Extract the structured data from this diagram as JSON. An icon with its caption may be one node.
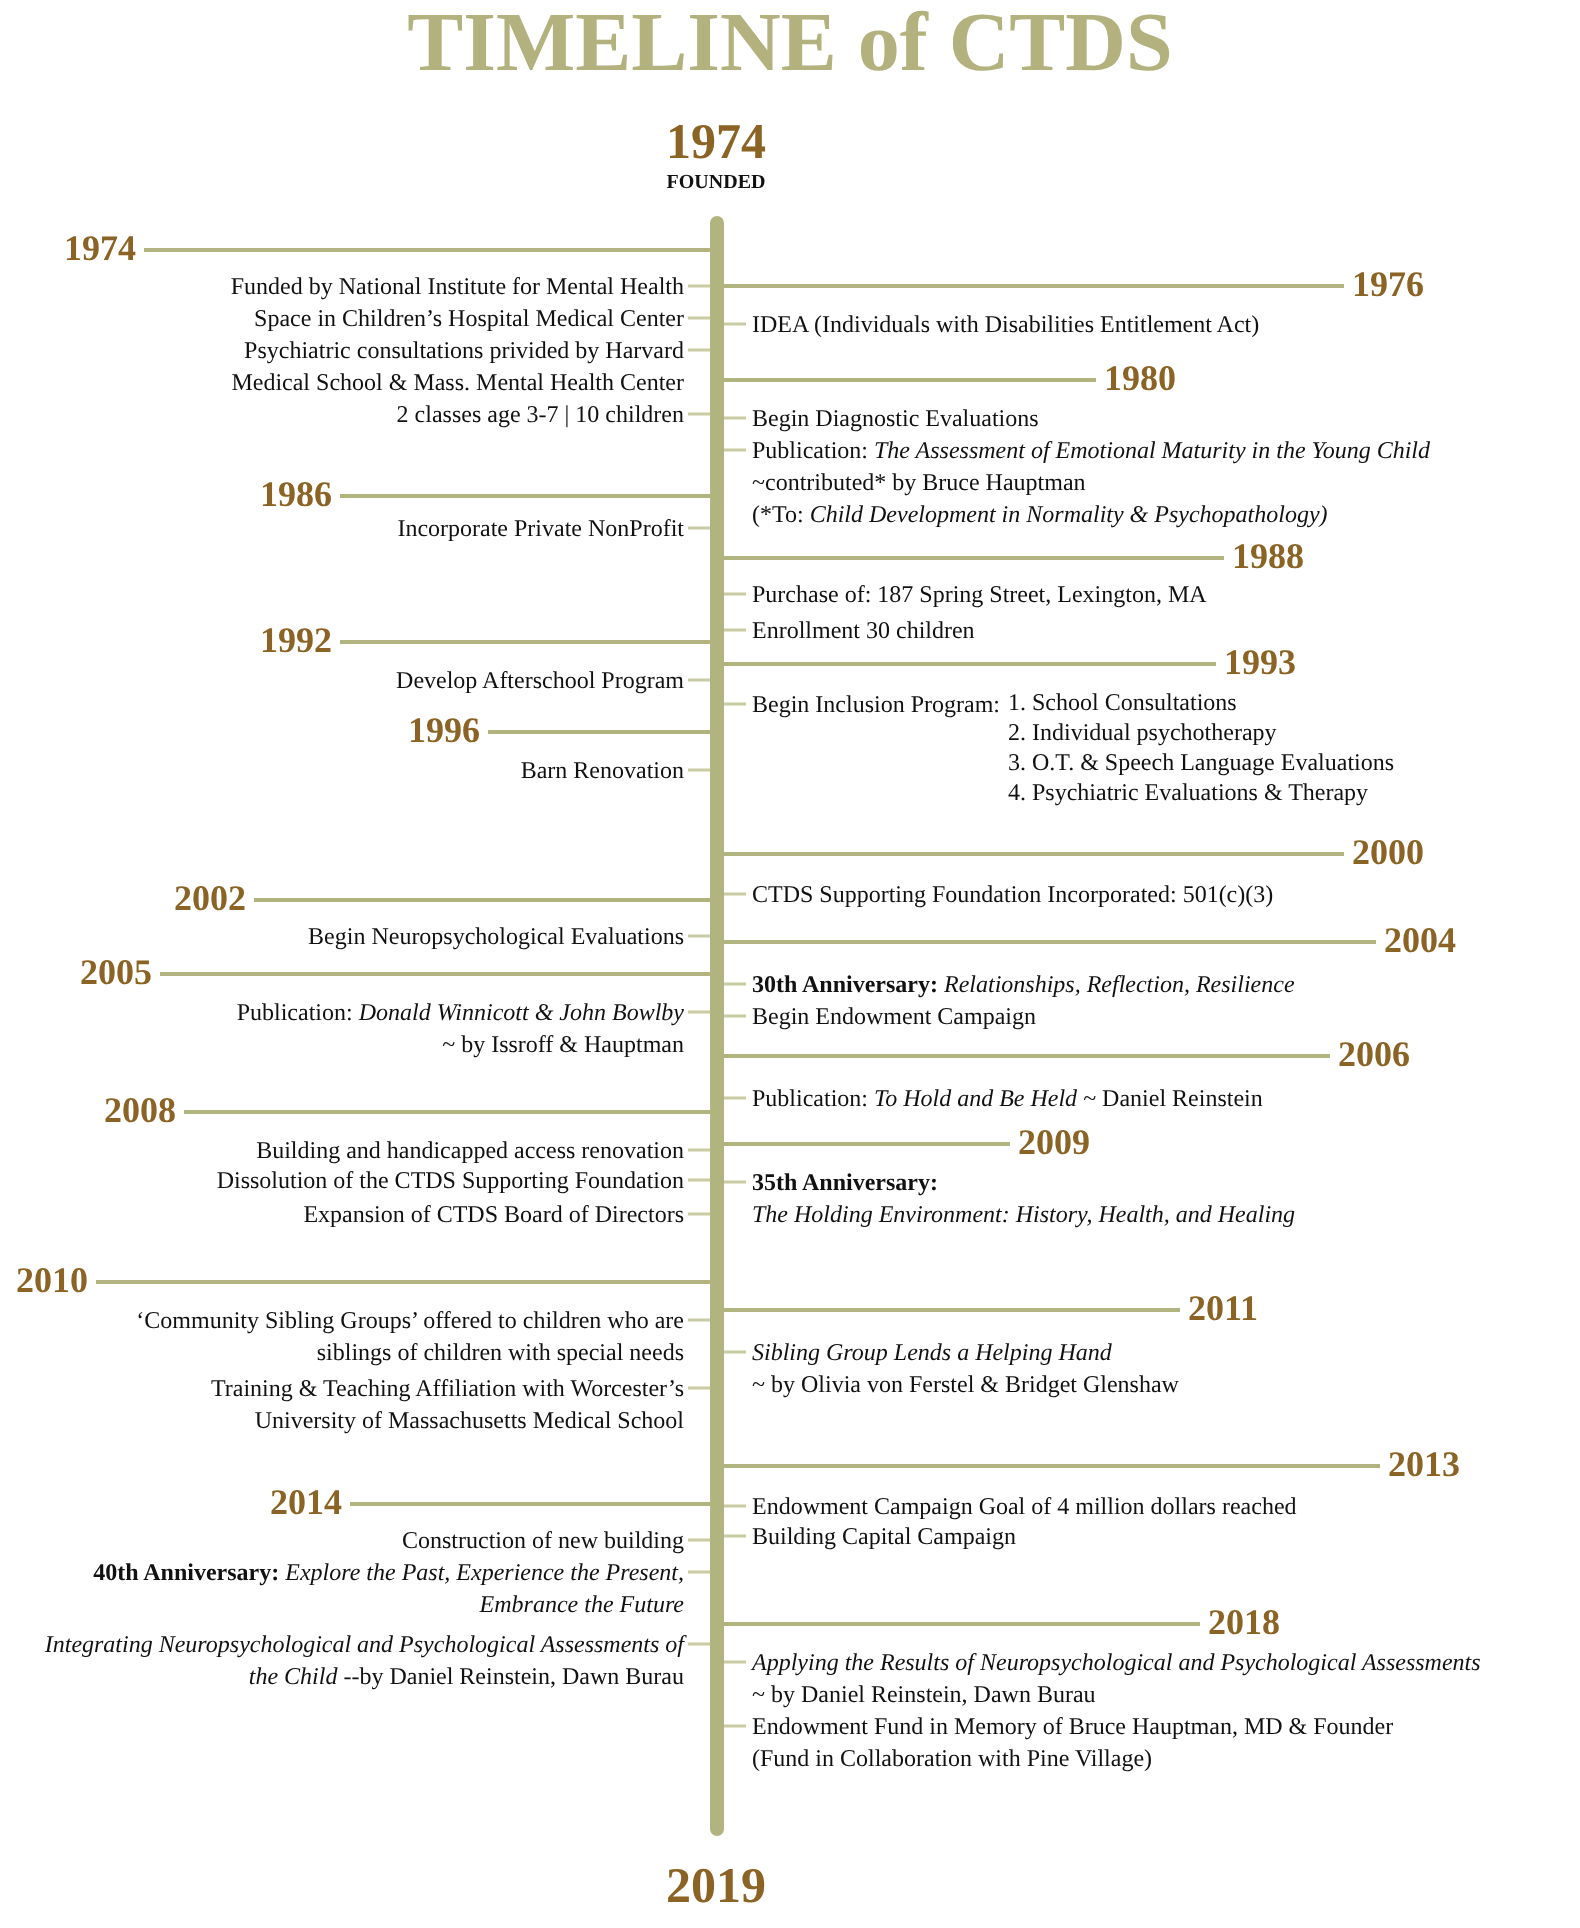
{
  "diagram": {
    "title": "TIMELINE of CTDS",
    "nodes": [
      {
        "text": [],
        "shape": "bar",
        "beside": [
          "1974",
          "FOUNDED",
          "2019"
        ]
      },
      {
        "text": [
          "1974"
        ]
      },
      {
        "text": [
          "1976"
        ]
      },
      {
        "text": [
          "Funded by National Institute for Mental Health"
        ]
      },
      {
        "text": [
          "Space in Children’s Hospital Medical Center"
        ]
      },
      {
        "text": [
          "IDEA (Individuals with Disabilities Entitlement Act)"
        ]
      },
      {
        "text": [
          "Psychiatric consultations privided by Harvard Medical School & Mass. Mental Health Center"
        ]
      },
      {
        "text": [
          "1980"
        ]
      },
      {
        "text": [
          "2 classes age 3-7 | 10 children"
        ]
      },
      {
        "text": [
          "Begin Diagnostic Evaluations"
        ]
      },
      {
        "text": [
          "Publication: *The Assessment of Emotional Maturity in the Young Child*",
          "~contributed* by Bruce Hauptman",
          "(*To: *Child Development in Normality & Psychopathology)*"
        ]
      },
      {
        "text": [
          "1986"
        ]
      },
      {
        "text": [
          "Incorporate Private NonProfit"
        ]
      },
      {
        "text": [
          "1988"
        ]
      },
      {
        "text": [
          "Purchase of: 187 Spring Street, Lexington, MA"
        ]
      },
      {
        "text": [
          "Enrollment 30 children"
        ]
      },
      {
        "text": [
          "1992"
        ]
      },
      {
        "text": [
          "1993"
        ]
      },
      {
        "text": [
          "Develop Afterschool Program"
        ]
      },
      {
        "text": [
          "Begin Inclusion Program:",
          "1. School Consultations",
          "2. Individual psychotherapy",
          "3. O.T. & Speech Language Evaluations",
          "4. Psychiatric Evaluations & Therapy"
        ]
      },
      {
        "text": [
          "1996"
        ]
      },
      {
        "text": [
          "Barn Renovation"
        ]
      },
      {
        "text": [
          "2000"
        ]
      },
      {
        "text": [
          "CTDS Supporting Foundation Incorporated: 501(c)(3)"
        ]
      },
      {
        "text": [
          "2002"
        ]
      },
      {
        "text": [
          "Begin Neuropsychological Evaluations"
        ]
      },
      {
        "text": [
          "2004"
        ]
      },
      {
        "text": [
          "2005"
        ]
      },
      {
        "text": [
          "**30th Anniversary:** *Relationships, Reflection, Resilience*"
        ]
      },
      {
        "text": [
          "Publication: *Donald Winnicott & John Bowlby*",
          "~ by Issroff & Hauptman"
        ]
      },
      {
        "text": [
          "Begin Endowment Campaign"
        ]
      },
      {
        "text": [
          "2006"
        ]
      },
      {
        "text": [
          "Publication: *To Hold and Be Held* ~ Daniel Reinstein"
        ]
      },
      {
        "text": [
          "2008"
        ]
      },
      {
        "text": [
          "2009"
        ]
      },
      {
        "text": [
          "Building and handicapped access renovation"
        ]
      },
      {
        "text": [
          "Dissolution of the CTDS Supporting Foundation"
        ]
      },
      {
        "text": [
          "35th Anniversary:",
          "The Holding Environment: History, Health, and Healing"
        ]
      },
      {
        "text": [
          "Expansion of CTDS Board of Directors"
        ]
      },
      {
        "text": [
          "2010"
        ]
      },
      {
        "text": [
          "2011"
        ]
      },
      {
        "text": [
          "‘Community Sibling Groups’ offered to children who are siblings of children with special needs"
        ]
      },
      {
        "text": [
          "Sibling Group Lends a Helping Hand",
          "~ by Olivia von Ferstel & Bridget Glenshaw"
        ]
      },
      {
        "text": [
          "Training & Teaching Affiliation with Worcester’s University of Massachusetts Medical School"
        ]
      },
      {
        "text": [
          "2013"
        ]
      },
      {
        "text": [
          "2014"
        ]
      },
      {
        "text": [
          "Endowment Campaign Goal of 4 million dollars reached"
        ]
      },
      {
        "text": [
          "Building Capital Campaign"
        ]
      },
      {
        "text": [
          "Construction of new building"
        ]
      },
      {
        "text": [
          "**40th Anniversary:** *Explore the Past, Experience the Present, Embrance the Future*"
        ]
      },
      {
        "text": [
          "2018"
        ]
      },
      {
        "text": [
          "*Integrating Neuropsychological and Psychological Assessments of the Child* --by Daniel Reinstein, Dawn Burau"
        ]
      },
      {
        "text": [
          "Applying the Results of Neuropsychological and Psychological Assessments",
          "~ by Daniel Reinstein, Dawn Burau"
        ]
      },
      {
        "text": [
          "Endowment Fund in Memory of Bruce Hauptman, MD & Founder",
          "(Fund in Collaboration with Pine Village)"
        ]
      }
    ],
    "edges": [
      {
        "from": 1,
        "to": 0,
        "arrow": "none"
      },
      {
        "from": 2,
        "to": 0,
        "arrow": "none"
      },
      {
        "from": 3,
        "to": 0,
        "arrow": "none"
      },
      {
        "from": 4,
        "to": 0,
        "arrow": "none"
      },
      {
        "from": 5,
        "to": 0,
        "arrow": "none"
      },
      {
        "from": 6,
        "to": 0,
        "arrow": "none"
      },
      {
        "from": 7,
        "to": 0,
        "arrow": "none"
      },
      {
        "from": 8,
        "to": 0,
        "arrow": "none"
      },
      {
        "from": 9,
        "to": 0,
        "arrow": "none"
      },
      {
        "from": 10,
        "to": 0,
        "arrow": "none"
      },
      {
        "from": 11,
        "to": 0,
        "arrow": "none"
      },
      {
        "from": 12,
        "to": 0,
        "arrow": "none"
      },
      {
        "from": 13,
        "to": 0,
        "arrow": "none"
      },
      {
        "from": 14,
        "to": 0,
        "arrow": "none"
      },
      {
        "from": 15,
        "to": 0,
        "arrow": "none"
      },
      {
        "from": 16,
        "to": 0,
        "arrow": "none"
      },
      {
        "from": 17,
        "to": 0,
        "arrow": "none"
      },
      {
        "from": 18,
        "to": 0,
        "arrow": "none"
      },
      {
        "from": 19,
        "to": 0,
        "arrow": "none"
      },
      {
        "from": 20,
        "to": 0,
        "arrow": "none"
      },
      {
        "from": 21,
        "to": 0,
        "arrow": "none"
      },
      {
        "from": 22,
        "to": 0,
        "arrow": "none"
      },
      {
        "from": 23,
        "to": 0,
        "arrow": "none"
      },
      {
        "from": 24,
        "to": 0,
        "arrow": "none"
      },
      {
        "from": 25,
        "to": 0,
        "arrow": "none"
      },
      {
        "from": 26,
        "to": 0,
        "arrow": "none"
      },
      {
        "from": 27,
        "to": 0,
        "arrow": "none"
      },
      {
        "from": 28,
        "to": 0,
        "arrow": "none"
      },
      {
        "from": 29,
        "to": 0,
        "arrow": "none"
      },
      {
        "from": 30,
        "to": 0,
        "arrow": "none"
      },
      {
        "from": 31,
        "to": 0,
        "arrow": "none"
      },
      {
        "from": 32,
        "to": 0,
        "arrow": "none"
      },
      {
        "from": 33,
        "to": 0,
        "arrow": "none"
      },
      {
        "from": 34,
        "to": 0,
        "arrow": "none"
      },
      {
        "from": 35,
        "to": 0,
        "arrow": "none"
      },
      {
        "from": 36,
        "to": 0,
        "arrow": "none"
      },
      {
        "from": 37,
        "to": 0,
        "arrow": "none"
      },
      {
        "from": 38,
        "to": 0,
        "arrow": "none"
      },
      {
        "from": 39,
        "to": 0,
        "arrow": "none"
      },
      {
        "from": 40,
        "to": 0,
        "arrow": "none"
      },
      {
        "from": 41,
        "to": 0,
        "arrow": "none"
      },
      {
        "from": 42,
        "to": 0,
        "arrow": "none"
      },
      {
        "from": 43,
        "to": 0,
        "arrow": "none"
      },
      {
        "from": 44,
        "to": 0,
        "arrow": "none"
      },
      {
        "from": 45,
        "to": 0,
        "arrow": "none"
      },
      {
        "from": 46,
        "to": 0,
        "arrow": "none"
      },
      {
        "from": 47,
        "to": 0,
        "arrow": "none"
      },
      {
        "from": 48,
        "to": 0,
        "arrow": "none"
      },
      {
        "from": 49,
        "to": 0,
        "arrow": "none"
      },
      {
        "from": 50,
        "to": 0,
        "arrow": "none"
      },
      {
        "from": 51,
        "to": 0,
        "arrow": "none"
      },
      {
        "from": 52,
        "to": 0,
        "arrow": "none"
      },
      {
        "from": 53,
        "to": 0,
        "arrow": "none"
      }
    ]
  }
}
